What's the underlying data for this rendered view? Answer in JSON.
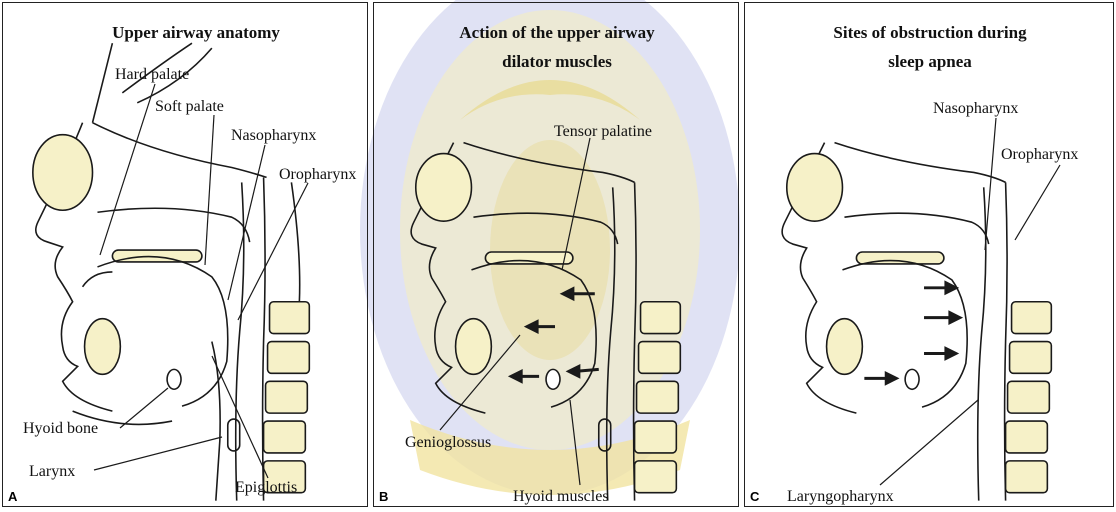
{
  "panels": [
    {
      "letter": "A",
      "title": "Upper airway anatomy",
      "labels": {
        "hard_palate": "Hard palate",
        "soft_palate": "Soft palate",
        "nasopharynx": "Nasopharynx",
        "oropharynx": "Oropharynx",
        "hyoid_bone": "Hyoid bone",
        "larynx": "Larynx",
        "epiglottis": "Epiglottis"
      }
    },
    {
      "letter": "B",
      "title_line1": "Action of the upper airway",
      "title_line2": "dilator muscles",
      "labels": {
        "tensor_palatine": "Tensor palatine",
        "genioglossus": "Genioglossus",
        "hyoid_muscles": "Hyoid muscles"
      }
    },
    {
      "letter": "C",
      "title_line1": "Sites of obstruction during",
      "title_line2": "sleep apnea",
      "labels": {
        "nasopharynx": "Nasopharynx",
        "oropharynx": "Oropharynx",
        "laryngopharynx": "Laryngopharynx"
      }
    }
  ],
  "colors": {
    "watermark_blue": "#c7c9ea",
    "watermark_gold": "#f3e7a8",
    "line": "#1a1a1a",
    "bone_fill": "#f6f1c8"
  }
}
